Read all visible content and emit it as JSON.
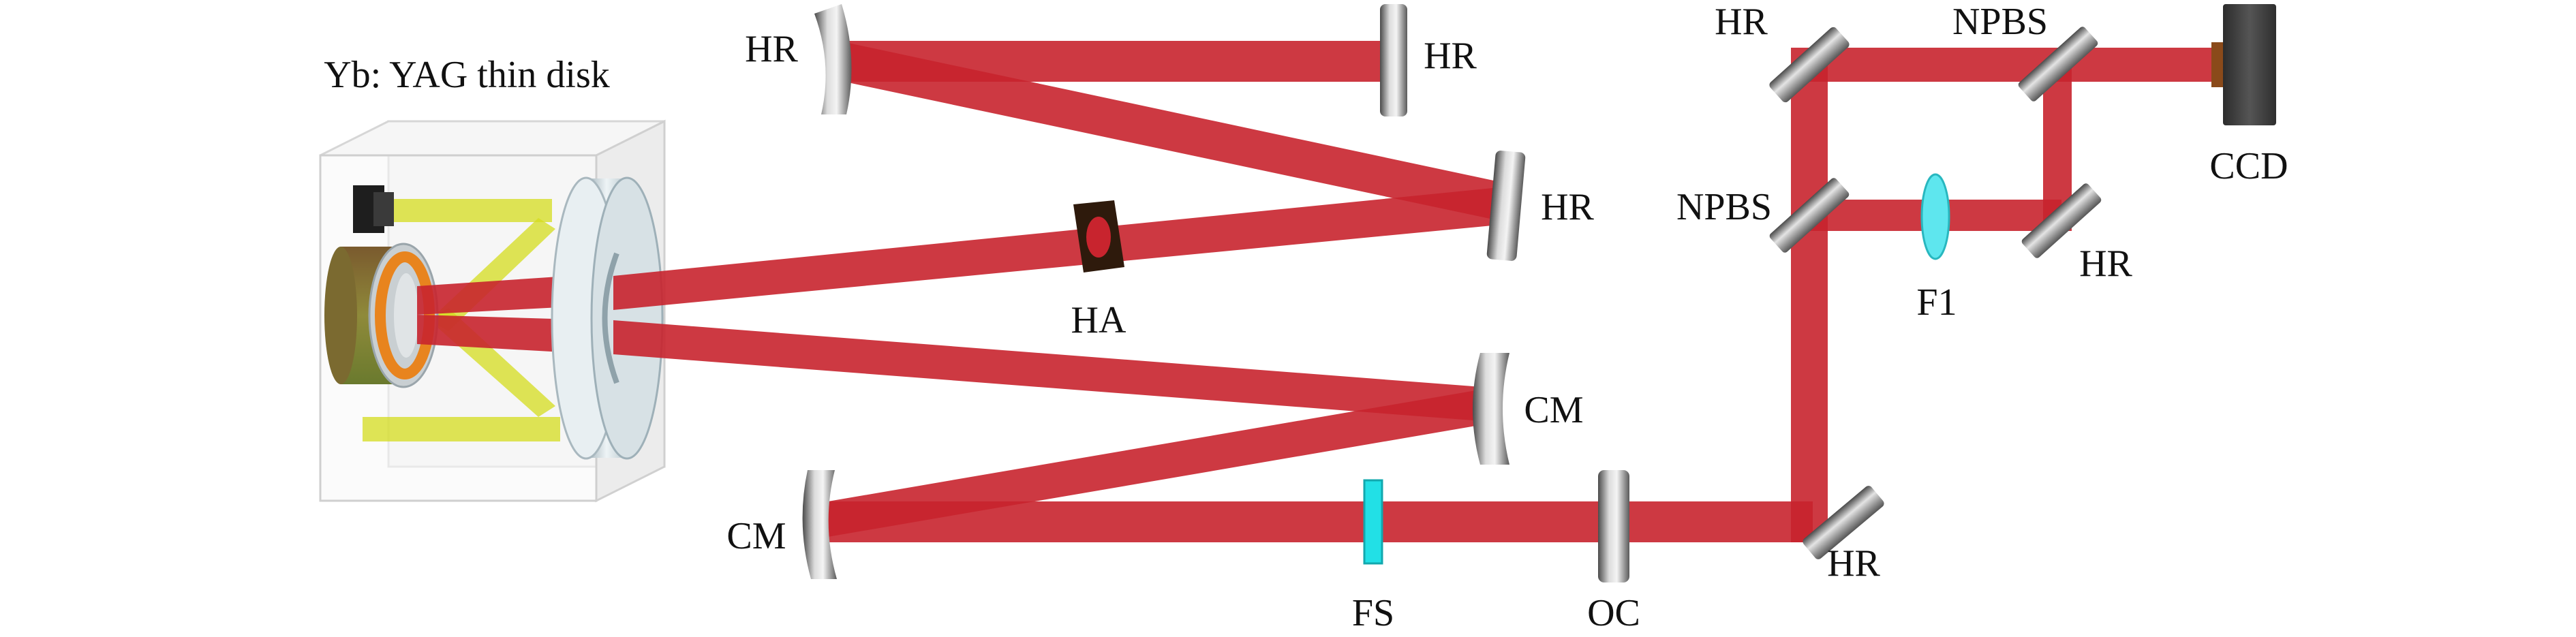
{
  "diagram": {
    "labels": {
      "thin_disk": "Yb: YAG thin disk",
      "hr_top_left": "HR",
      "hr_top_right": "HR",
      "hr_mid": "HR",
      "ha": "HA",
      "cm_right": "CM",
      "cm_left": "CM",
      "fs": "FS",
      "oc": "OC",
      "hr_bottom_right": "HR",
      "hr_top_corner": "HR",
      "npbs_top": "NPBS",
      "npbs_left": "NPBS",
      "f1": "F1",
      "hr_small_right": "HR",
      "ccd": "CCD"
    },
    "colors": {
      "beam": "#c8242e",
      "pump": "#d4dc1e",
      "fs_element": "#22e0e6",
      "f1_lens": "#5ee6ee",
      "mirror": "#8a8a8a",
      "ccd": "#3e3e3e"
    }
  }
}
